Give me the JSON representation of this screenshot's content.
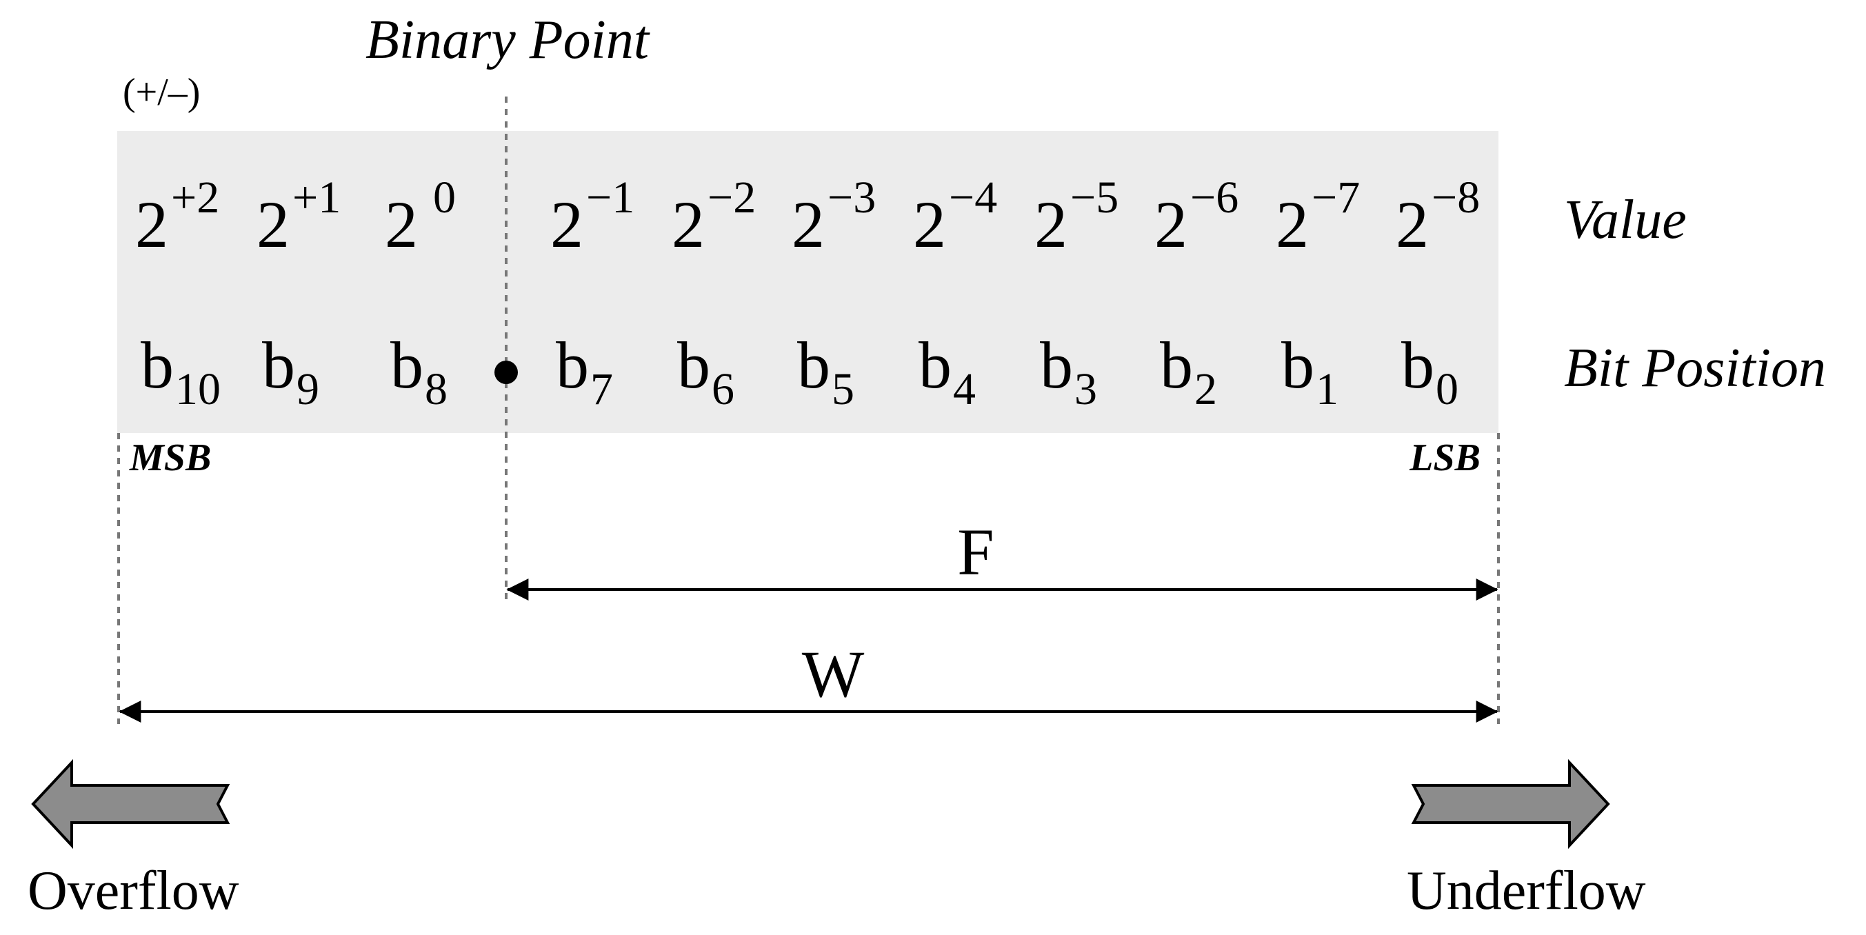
{
  "labels": {
    "binary_point": "Binary Point",
    "sign": "(+/–)",
    "value_row": "Value",
    "bit_row": "Bit Position",
    "msb": "MSB",
    "lsb": "LSB",
    "f_span": "F",
    "w_span": "W",
    "overflow": "Overflow",
    "underflow": "Underflow"
  },
  "values": [
    {
      "base": "2",
      "exp": "+2"
    },
    {
      "base": "2",
      "exp": "+1"
    },
    {
      "base": "2",
      "exp": "0"
    },
    {
      "base": "2",
      "exp": "−1"
    },
    {
      "base": "2",
      "exp": "−2"
    },
    {
      "base": "2",
      "exp": "−3"
    },
    {
      "base": "2",
      "exp": "−4"
    },
    {
      "base": "2",
      "exp": "−5"
    },
    {
      "base": "2",
      "exp": "−6"
    },
    {
      "base": "2",
      "exp": "−7"
    },
    {
      "base": "2",
      "exp": "−8"
    }
  ],
  "bits": [
    {
      "base": "b",
      "sub": "10"
    },
    {
      "base": "b",
      "sub": "9"
    },
    {
      "base": "b",
      "sub": "8"
    },
    {
      "base": "b",
      "sub": "7"
    },
    {
      "base": "b",
      "sub": "6"
    },
    {
      "base": "b",
      "sub": "5"
    },
    {
      "base": "b",
      "sub": "4"
    },
    {
      "base": "b",
      "sub": "3"
    },
    {
      "base": "b",
      "sub": "2"
    },
    {
      "base": "b",
      "sub": "1"
    },
    {
      "base": "b",
      "sub": "0"
    }
  ],
  "colors": {
    "register_fill": "#ececec",
    "arrow_fill": "#8c8c8c",
    "line": "#000000",
    "guide": "#777777"
  }
}
